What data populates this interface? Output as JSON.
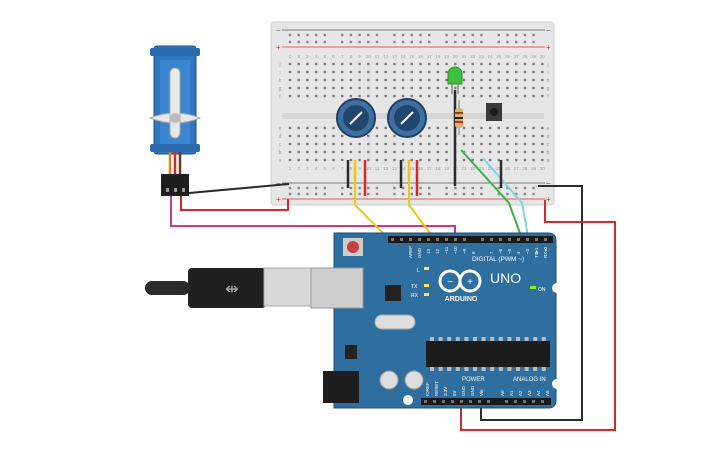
{
  "breadboard": {
    "rail_signs": {
      "minus": "−",
      "plus": "+"
    },
    "column_numbers": [
      "1",
      "2",
      "3",
      "4",
      "5",
      "6",
      "7",
      "8",
      "9",
      "10",
      "11",
      "12",
      "13",
      "14",
      "15",
      "16",
      "17",
      "18",
      "19",
      "20",
      "21",
      "22",
      "23",
      "24",
      "25",
      "26",
      "27",
      "28",
      "29",
      "30"
    ],
    "row_letters_top": [
      "j",
      "i",
      "h",
      "g",
      "f"
    ],
    "row_letters_bottom": [
      "e",
      "d",
      "c",
      "b",
      "a"
    ]
  },
  "arduino": {
    "model": "UNO",
    "brand": "ARDUINO",
    "digital_header": "DIGITAL (PWM ~)",
    "power_header": "POWER",
    "analog_header": "ANALOG IN",
    "aref": "AREF",
    "gnd": "GND",
    "on_label": "ON",
    "led_l": "L",
    "led_tx": "TX",
    "led_rx": "RX",
    "tx_pin": "TX▸1",
    "rx_pin": "RX◂0",
    "digital_pins": [
      "13",
      "12",
      "~11",
      "~10",
      "~9",
      "8",
      "7",
      "~6",
      "~5",
      "4",
      "~3",
      "2"
    ],
    "power_pins": [
      "IOREF",
      "RESET",
      "3.3V",
      "5V",
      "GND",
      "GND",
      "Vin"
    ],
    "analog_pins": [
      "A0",
      "A1",
      "A2",
      "A3",
      "A4",
      "A5"
    ]
  },
  "colors": {
    "wire_red": "#d62828",
    "wire_black": "#2b2b2b",
    "wire_yellow": "#f2c80f",
    "wire_green": "#3cb043",
    "wire_cyan": "#7fd4e6",
    "wire_magenta": "#c63a8a",
    "board_blue": "#2f6f9f",
    "led_green": "#3fbf3f"
  }
}
